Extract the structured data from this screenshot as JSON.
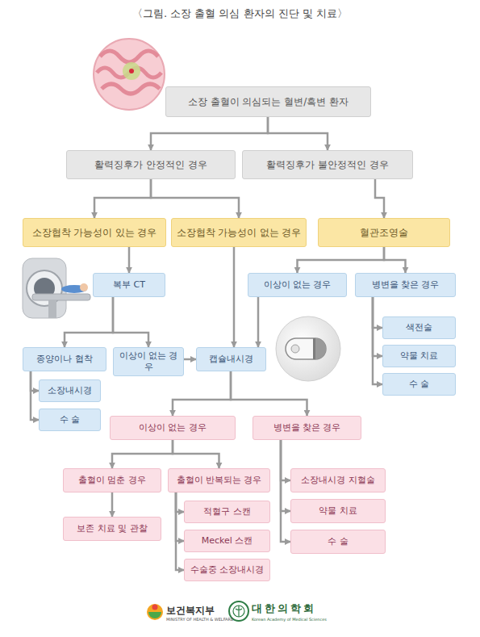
{
  "diagram": {
    "title": "〈그림. 소장 출혈 의심 환자의 진단 및 치료〉",
    "nodes": [
      {
        "text": [
          "소장 출혈이 의심되는 혈변/흑변 환자"
        ]
      },
      {
        "text": [
          "활력징후가 안정적인 경우"
        ]
      },
      {
        "text": [
          "활력징후가 불안정적인 경우"
        ]
      },
      {
        "text": [
          "소장협착 가능성이 있는 경우"
        ]
      },
      {
        "text": [
          "소장협착 가능성이 없는 경우"
        ]
      },
      {
        "text": [
          "혈관조영술"
        ]
      },
      {
        "text": [
          "복부 CT"
        ]
      },
      {
        "text": [
          "이상이 없는 경우"
        ]
      },
      {
        "text": [
          "병변을 찾은 경우"
        ]
      },
      {
        "text": [
          "종양이나 협착"
        ]
      },
      {
        "text": [
          "이상이 없는 경우"
        ]
      },
      {
        "text": [
          "캡슐내시경"
        ]
      },
      {
        "text": [
          "색전술"
        ]
      },
      {
        "text": [
          "약물 치료"
        ]
      },
      {
        "text": [
          "수 술"
        ]
      },
      {
        "text": [
          "소장내시경"
        ]
      },
      {
        "text": [
          "수 술"
        ]
      },
      {
        "text": [
          "이상이 없는 경우"
        ]
      },
      {
        "text": [
          "병변을 찾은 경우"
        ]
      },
      {
        "text": [
          "출혈이 멈춘 경우"
        ]
      },
      {
        "text": [
          "출혈이 반복되는 경우"
        ]
      },
      {
        "text": [
          "소장내시경 지혈술"
        ]
      },
      {
        "text": [
          "약물 치료"
        ]
      },
      {
        "text": [
          "수 술"
        ]
      },
      {
        "text": [
          "보존 치료 및 관찰"
        ]
      },
      {
        "text": [
          "적혈구 스캔"
        ]
      },
      {
        "text": [
          "Meckel 스캔"
        ]
      },
      {
        "text": [
          "수술중 소장내시경"
        ]
      }
    ],
    "edges": [
      {
        "from": 0,
        "to": 1,
        "arrow": "to"
      },
      {
        "from": 0,
        "to": 2,
        "arrow": "to"
      },
      {
        "from": 1,
        "to": 3,
        "arrow": "to"
      },
      {
        "from": 1,
        "to": 4,
        "arrow": "to"
      },
      {
        "from": 2,
        "to": 5,
        "arrow": "to"
      },
      {
        "from": 3,
        "to": 6,
        "arrow": "to"
      },
      {
        "from": 6,
        "to": 9,
        "arrow": "to"
      },
      {
        "from": 6,
        "to": 10,
        "arrow": "to"
      },
      {
        "from": 4,
        "to": 11,
        "arrow": "to"
      },
      {
        "from": 10,
        "to": 11,
        "arrow": "to"
      },
      {
        "from": 5,
        "to": 7,
        "arrow": "to"
      },
      {
        "from": 5,
        "to": 8,
        "arrow": "to"
      },
      {
        "from": 7,
        "to": 11,
        "arrow": "to"
      },
      {
        "from": 8,
        "to": 12,
        "arrow": "to"
      },
      {
        "from": 8,
        "to": 13,
        "arrow": "to"
      },
      {
        "from": 8,
        "to": 14,
        "arrow": "to"
      },
      {
        "from": 9,
        "to": 15,
        "arrow": "to"
      },
      {
        "from": 9,
        "to": 16,
        "arrow": "to"
      },
      {
        "from": 11,
        "to": 17,
        "arrow": "to"
      },
      {
        "from": 11,
        "to": 18,
        "arrow": "to"
      },
      {
        "from": 17,
        "to": 19,
        "arrow": "to"
      },
      {
        "from": 17,
        "to": 20,
        "arrow": "to"
      },
      {
        "from": 19,
        "to": 24,
        "arrow": "to"
      },
      {
        "from": 20,
        "to": 25,
        "arrow": "to"
      },
      {
        "from": 20,
        "to": 26,
        "arrow": "to"
      },
      {
        "from": 20,
        "to": 27,
        "arrow": "to"
      },
      {
        "from": 18,
        "to": 21,
        "arrow": "to"
      },
      {
        "from": 18,
        "to": 22,
        "arrow": "to"
      },
      {
        "from": 18,
        "to": 23,
        "arrow": "to"
      }
    ],
    "labels": [
      "보건복지부",
      "MINISTRY OF HEALTH & WELFARE",
      "대한의학회",
      "Korean Academy of Medical Sciences"
    ]
  }
}
